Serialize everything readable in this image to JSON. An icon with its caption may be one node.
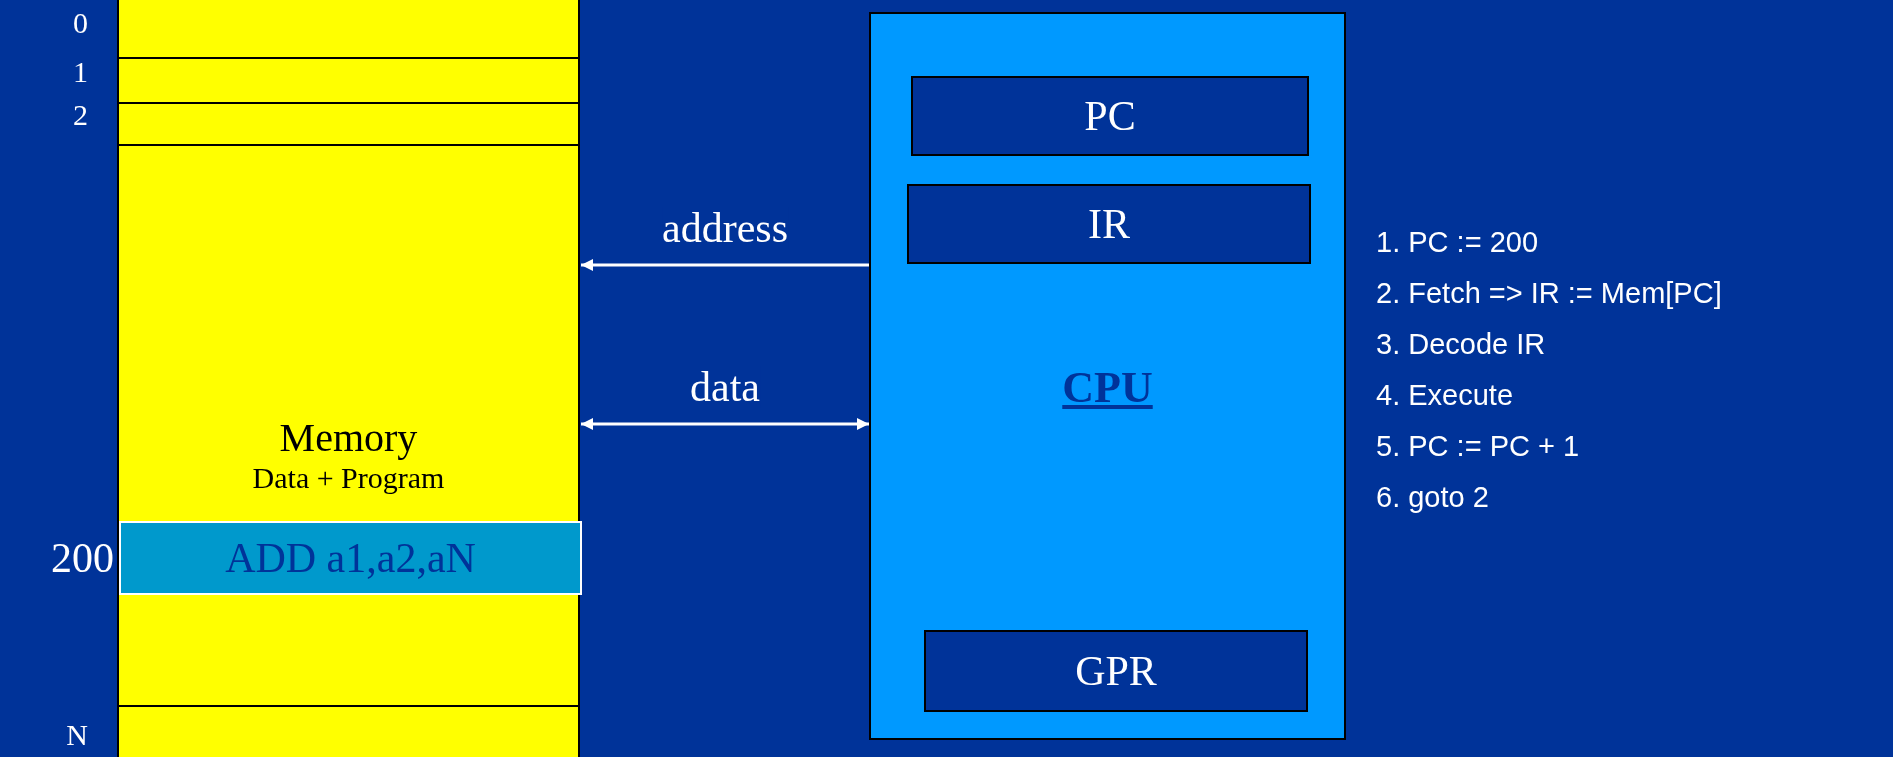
{
  "diagram": {
    "nodes": [
      {
        "text": [
          "Memory",
          "Data + Program"
        ]
      },
      {
        "text": [
          "ADD a1,a2,aN"
        ],
        "in": 0,
        "beside": [
          "200"
        ]
      },
      {
        "text": [
          "CPU"
        ]
      },
      {
        "text": [
          "PC"
        ],
        "in": 2
      },
      {
        "text": [
          "IR"
        ],
        "in": 2
      },
      {
        "text": [
          "GPR"
        ],
        "in": 2
      }
    ],
    "edges": [
      {
        "from": 2,
        "to": 0,
        "arrow": "to",
        "label": "address"
      },
      {
        "from": 0,
        "to": 2,
        "arrow": "both",
        "label": "data"
      }
    ],
    "labels": [
      "0",
      "1",
      "2",
      "N",
      "1. PC := 200",
      "2. Fetch => IR := Mem[PC]",
      "3. Decode IR",
      "4. Execute",
      "5. PC := PC + 1",
      "6. goto 2"
    ]
  }
}
